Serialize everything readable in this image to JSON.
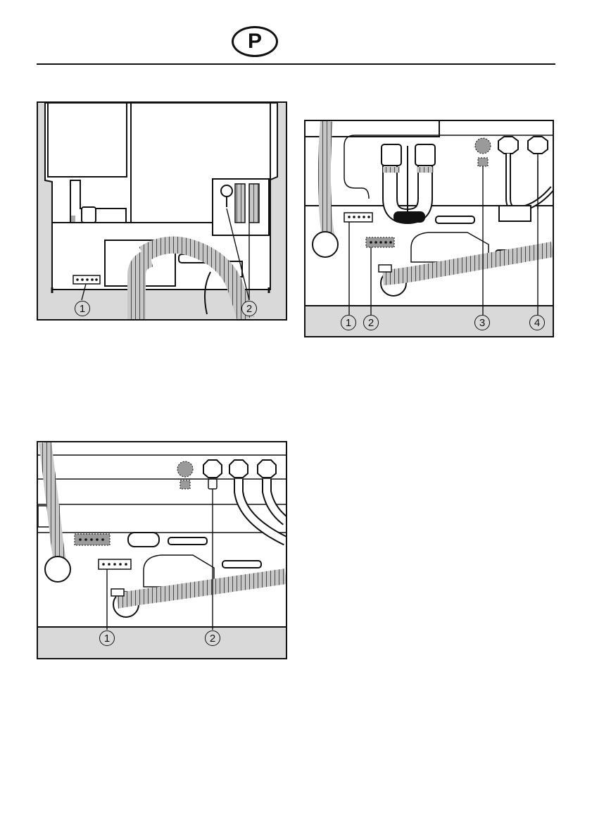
{
  "header": {
    "language_badge": "P"
  },
  "figures": [
    {
      "id": "figure-1",
      "callouts": [
        "1",
        "2"
      ]
    },
    {
      "id": "figure-2",
      "callouts": [
        "1",
        "2",
        "3",
        "4"
      ]
    },
    {
      "id": "figure-3",
      "callouts": [
        "1",
        "2"
      ]
    }
  ],
  "colors": {
    "ink": "#111111",
    "panel_background": "#d9d9d9",
    "hose_shading": "#bdbdbd",
    "dotted_part_fill": "#9a9a9a"
  }
}
